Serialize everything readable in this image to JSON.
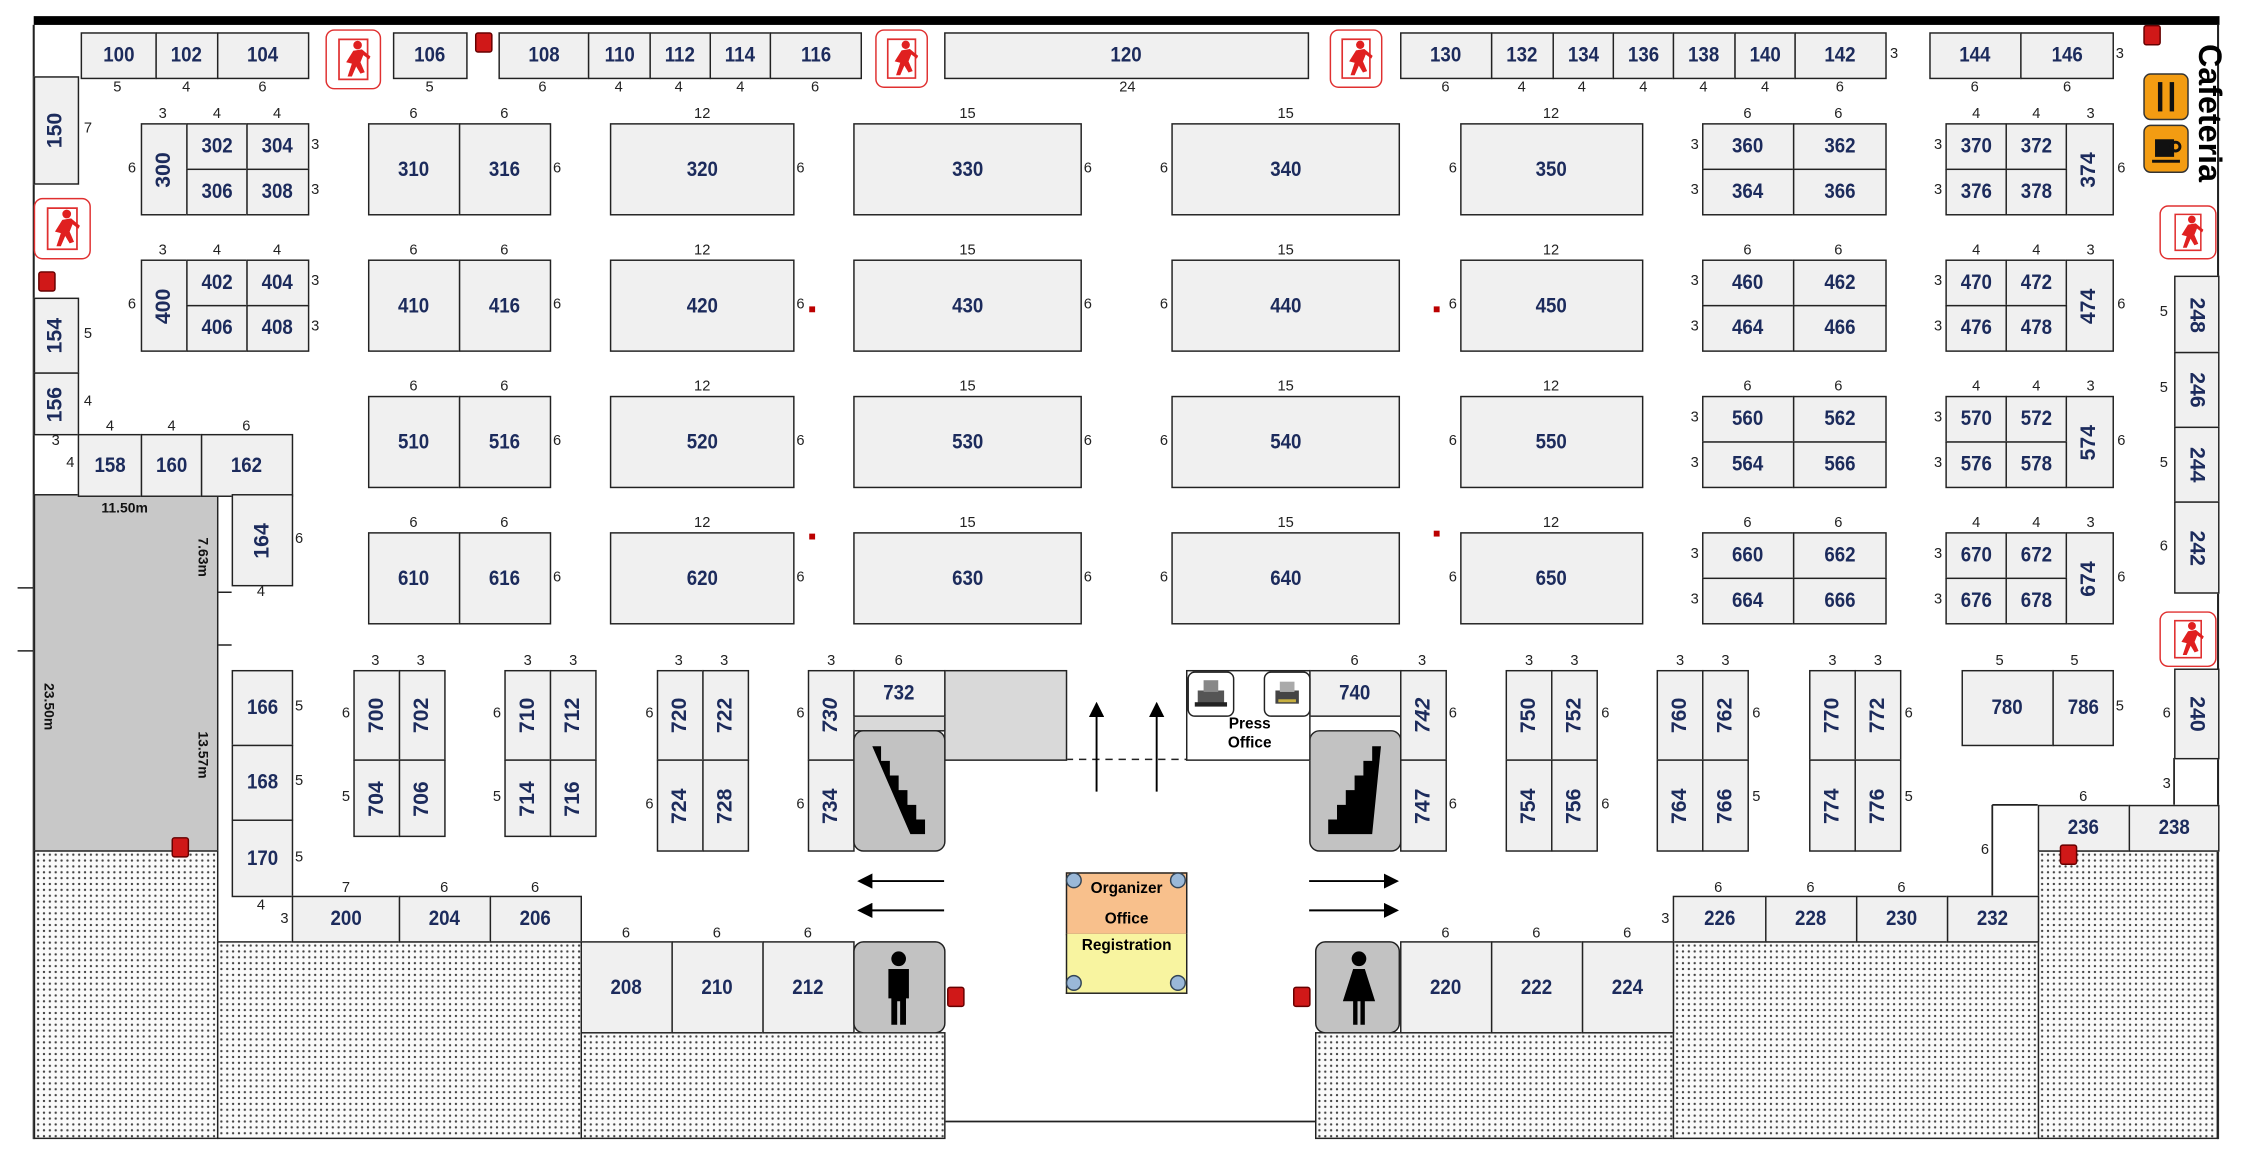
{
  "title": "Exhibition Hall Floor Plan",
  "cafeteria_label": "Cafeteria",
  "organizer": {
    "line1": "Organizer",
    "line2": "Office",
    "registration": "Registration"
  },
  "press_office": {
    "line1": "Press",
    "line2": "Office"
  },
  "booths": [
    "100",
    "102",
    "104",
    "106",
    "108",
    "110",
    "112",
    "114",
    "116",
    "120",
    "130",
    "132",
    "134",
    "136",
    "138",
    "140",
    "142",
    "144",
    "146",
    "150",
    "154",
    "156",
    "158",
    "160",
    "162",
    "164",
    "166",
    "168",
    "170",
    "200",
    "204",
    "206",
    "208",
    "210",
    "212",
    "300",
    "302",
    "304",
    "306",
    "308",
    "310",
    "316",
    "320",
    "330",
    "340",
    "350",
    "360",
    "362",
    "364",
    "366",
    "370",
    "372",
    "374",
    "376",
    "378",
    "400",
    "402",
    "404",
    "406",
    "408",
    "410",
    "416",
    "420",
    "430",
    "440",
    "450",
    "460",
    "462",
    "464",
    "466",
    "470",
    "472",
    "474",
    "476",
    "478",
    "510",
    "516",
    "520",
    "530",
    "540",
    "550",
    "560",
    "562",
    "564",
    "566",
    "570",
    "572",
    "574",
    "576",
    "578",
    "610",
    "616",
    "620",
    "630",
    "640",
    "650",
    "660",
    "662",
    "664",
    "666",
    "670",
    "672",
    "674",
    "676",
    "678",
    "248",
    "246",
    "244",
    "242",
    "240",
    "236",
    "238",
    "226",
    "228",
    "230",
    "232",
    "220",
    "222",
    "224",
    "700",
    "702",
    "704",
    "706",
    "710",
    "712",
    "714",
    "716",
    "720",
    "722",
    "724",
    "728",
    "730",
    "734",
    "732",
    "740",
    "742",
    "747",
    "750",
    "752",
    "754",
    "756",
    "760",
    "762",
    "764",
    "766",
    "770",
    "772",
    "774",
    "776",
    "780",
    "786"
  ],
  "dimensions": {
    "top": [
      "5",
      "4",
      "6",
      "5",
      "6",
      "4",
      "4",
      "4",
      "6",
      "24",
      "6",
      "4",
      "4",
      "4",
      "4",
      "4",
      "6",
      "6",
      "6",
      "3",
      "3"
    ],
    "left": [
      "7",
      "5",
      "4",
      "3",
      "4",
      "4",
      "4",
      "6",
      "6",
      "4",
      "5",
      "5",
      "5",
      "4",
      "3",
      "7",
      "6",
      "6",
      "6",
      "6",
      "6"
    ],
    "block_300": [
      "3",
      "4",
      "4",
      "6",
      "3",
      "3"
    ],
    "block_400": [
      "3",
      "4",
      "4",
      "6",
      "3",
      "3"
    ],
    "rows": [
      [
        "6",
        "6",
        "6",
        "12",
        "6",
        "15",
        "6",
        "15",
        "6",
        "12",
        "6",
        "6",
        "6",
        "3",
        "3",
        "4",
        "4",
        "3",
        "3",
        "3",
        "6"
      ],
      [
        "6",
        "6",
        "6",
        "12",
        "6",
        "15",
        "6",
        "15",
        "6",
        "12",
        "6",
        "6",
        "6",
        "3",
        "3",
        "4",
        "4",
        "3",
        "3",
        "3",
        "6"
      ],
      [
        "6",
        "6",
        "6",
        "12",
        "6",
        "15",
        "6",
        "15",
        "6",
        "12",
        "6",
        "6",
        "6",
        "3",
        "3",
        "4",
        "4",
        "3",
        "3",
        "3",
        "6"
      ],
      [
        "6",
        "6",
        "6",
        "12",
        "6",
        "15",
        "6",
        "15",
        "6",
        "12",
        "6",
        "6",
        "6",
        "3",
        "3",
        "4",
        "4",
        "3",
        "3",
        "3",
        "6"
      ]
    ],
    "right": [
      "5",
      "5",
      "5",
      "6",
      "6",
      "3",
      "6",
      "6",
      "3",
      "6",
      "6",
      "6",
      "6",
      "6",
      "6"
    ],
    "lower": [
      "3",
      "3",
      "6",
      "5",
      "3",
      "3",
      "6",
      "5",
      "3",
      "3",
      "6",
      "6",
      "3",
      "6",
      "6",
      "6",
      "6",
      "3",
      "6",
      "6",
      "3",
      "3",
      "6",
      "6",
      "3",
      "3",
      "6",
      "5",
      "3",
      "3",
      "6",
      "5",
      "5",
      "5",
      "5"
    ]
  },
  "measurements": [
    "11.50m",
    "7.63m",
    "23.50m",
    "13.57m"
  ],
  "colors": {
    "booth_fill": "#f0f0f0",
    "booth_text": "#1c2b5c",
    "exit": "#e03030",
    "cafeteria": "#f39c12",
    "organizer": "#f8c08c",
    "registration": "#f8f4a0"
  }
}
